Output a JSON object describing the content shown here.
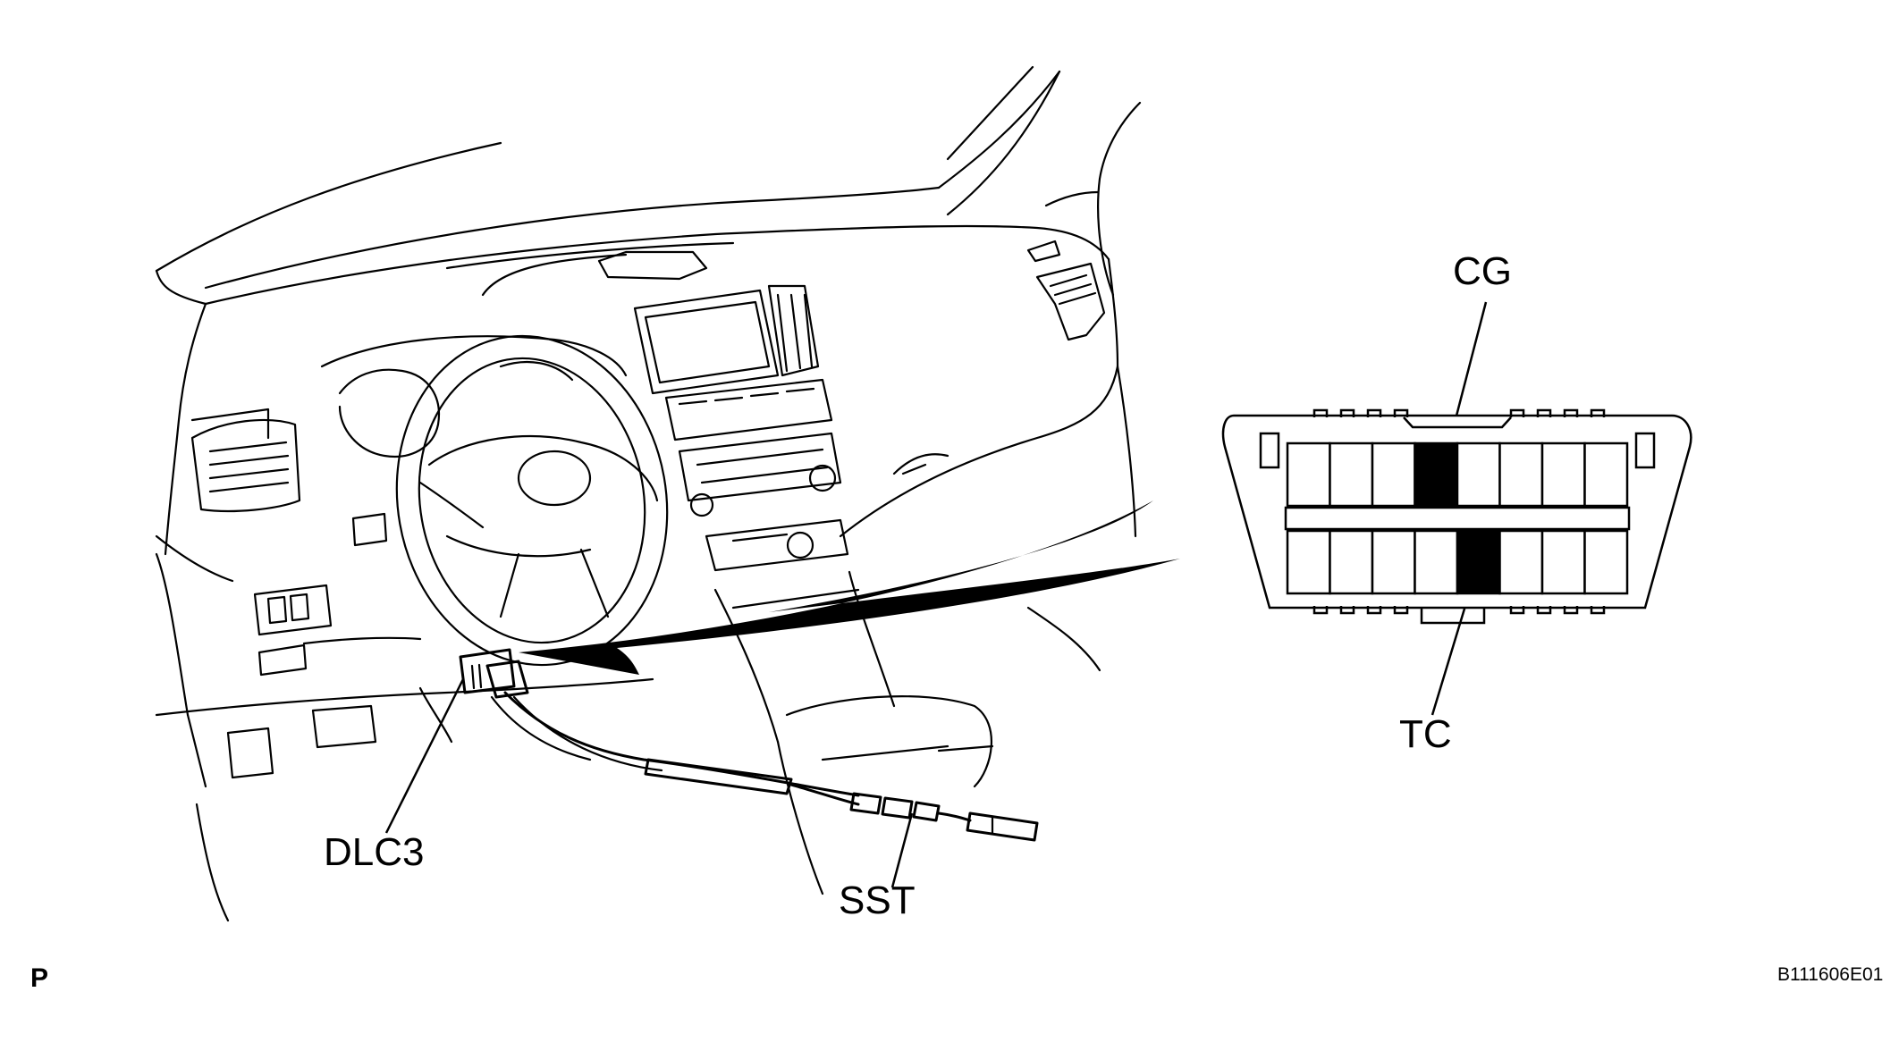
{
  "labels": {
    "connector": "DLC3",
    "tool": "SST",
    "pin_top": "CG",
    "pin_bottom": "TC",
    "page_marker": "P",
    "figure_code": "B111606E01"
  },
  "colors": {
    "ink": "#000000",
    "paper": "#ffffff"
  },
  "connector_diagram": {
    "columns": 8,
    "rows": 2,
    "highlighted": [
      {
        "row": 1,
        "column": 4,
        "label": "CG"
      },
      {
        "row": 2,
        "column": 5,
        "label": "TC"
      }
    ]
  }
}
